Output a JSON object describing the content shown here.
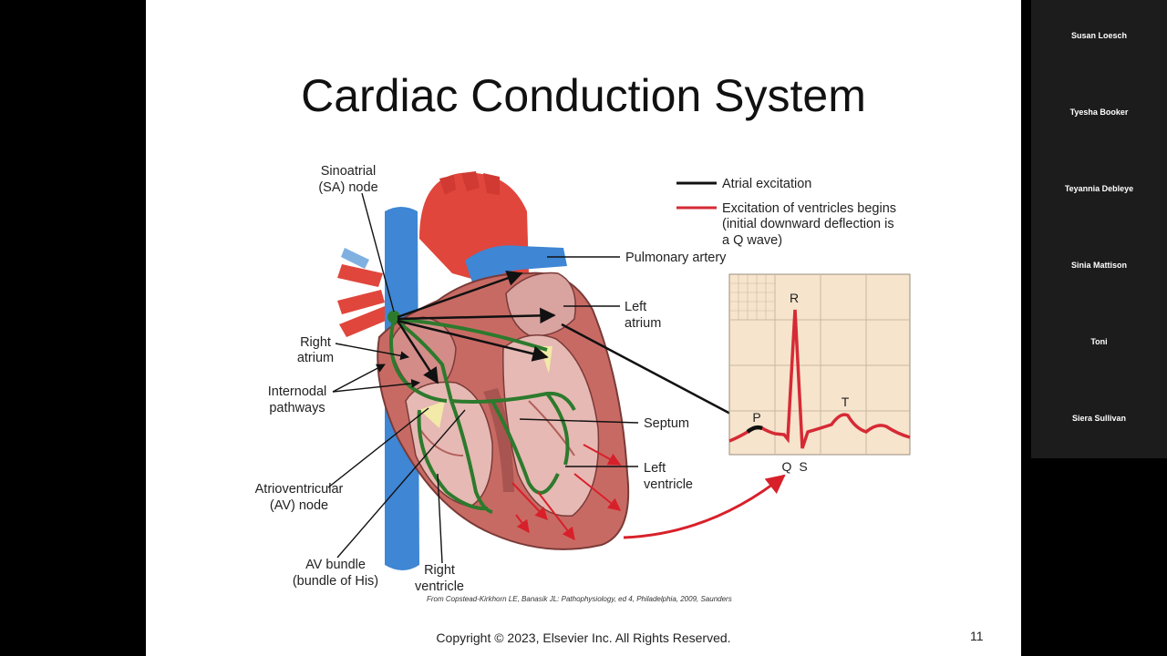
{
  "slide": {
    "title": "Cardiac Conduction System",
    "labels": {
      "sa_node_1": "Sinoatrial",
      "sa_node_2": "(SA) node",
      "right_atrium_1": "Right",
      "right_atrium_2": "atrium",
      "internodal_1": "Internodal",
      "internodal_2": "pathways",
      "av_node_1": "Atrioventricular",
      "av_node_2": "(AV) node",
      "av_bundle_1": "AV bundle",
      "av_bundle_2": "(bundle of His)",
      "right_ventricle_1": "Right",
      "right_ventricle_2": "ventricle",
      "pulmonary_artery": "Pulmonary artery",
      "left_atrium_1": "Left",
      "left_atrium_2": "atrium",
      "septum": "Septum",
      "left_ventricle_1": "Left",
      "left_ventricle_2": "ventricle"
    },
    "legend": {
      "atrial": "Atrial excitation",
      "ventricular_1": "Excitation of ventricles begins",
      "ventricular_2": "(initial downward deflection is",
      "ventricular_3": "a Q wave)"
    },
    "ecg": {
      "p": "P",
      "q": "Q",
      "r": "R",
      "s": "S",
      "t": "T"
    },
    "citation": "From Copstead-Kirkhorn LE, Banasik JL: Pathophysiology, ed 4, Philadelphia, 2009, Saunders",
    "copyright": "Copyright © 2023, Elsevier Inc. All Rights Reserved.",
    "page_number": "11"
  },
  "participants": [
    {
      "name": "Susan Loesch"
    },
    {
      "name": "Tyesha Booker"
    },
    {
      "name": "Teyannia Debleye"
    },
    {
      "name": "Sinia Mattison"
    },
    {
      "name": "Toni"
    },
    {
      "name": "Siera Sullivan"
    }
  ],
  "colors": {
    "vena_cava": "#3f86d4",
    "aorta": "#e0463c",
    "myocardium": "#c86a64",
    "pathways": "#2d7a2d",
    "ecg_grid_bg": "#f6e4cc",
    "ecg_trace": "#d62a35",
    "excitation_arrow": "#d8202a"
  }
}
